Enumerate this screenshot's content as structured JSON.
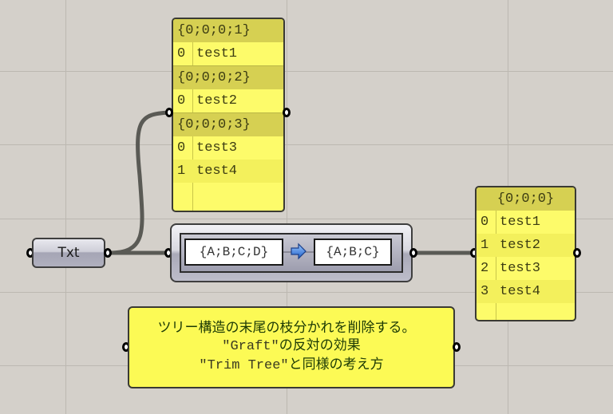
{
  "canvas": {
    "background": "#d4d0ca",
    "grid_color": "#bcb8b1"
  },
  "input_panel": {
    "branches": [
      {
        "path": "{0;0;0;1}",
        "items": [
          {
            "index": "0",
            "value": "test1"
          }
        ]
      },
      {
        "path": "{0;0;0;2}",
        "items": [
          {
            "index": "0",
            "value": "test2"
          }
        ]
      },
      {
        "path": "{0;0;0;3}",
        "items": [
          {
            "index": "0",
            "value": "test3"
          },
          {
            "index": "1",
            "value": "test4"
          }
        ]
      }
    ]
  },
  "txt_param": {
    "label": "Txt"
  },
  "shift_paths": {
    "from_path": "{A;B;C;D}",
    "to_path": "{A;B;C}",
    "arrow_icon": "right-arrow-icon"
  },
  "output_panel": {
    "path": "{0;0;0}",
    "items": [
      {
        "index": "0",
        "value": "test1"
      },
      {
        "index": "1",
        "value": "test2"
      },
      {
        "index": "2",
        "value": "test3"
      },
      {
        "index": "3",
        "value": "test4"
      }
    ]
  },
  "note": {
    "line1": "ツリー構造の末尾の枝分かれを削除する。",
    "line2_mono": "\"Graft\"",
    "line2_rest": "の反対の効果",
    "line3_mono": "\"Trim Tree\"",
    "line3_rest": "と同様の考え方"
  },
  "colors": {
    "panel_yellow": "#fdfb6a",
    "panel_header": "#d6d052",
    "wire": "#5a5a55"
  }
}
